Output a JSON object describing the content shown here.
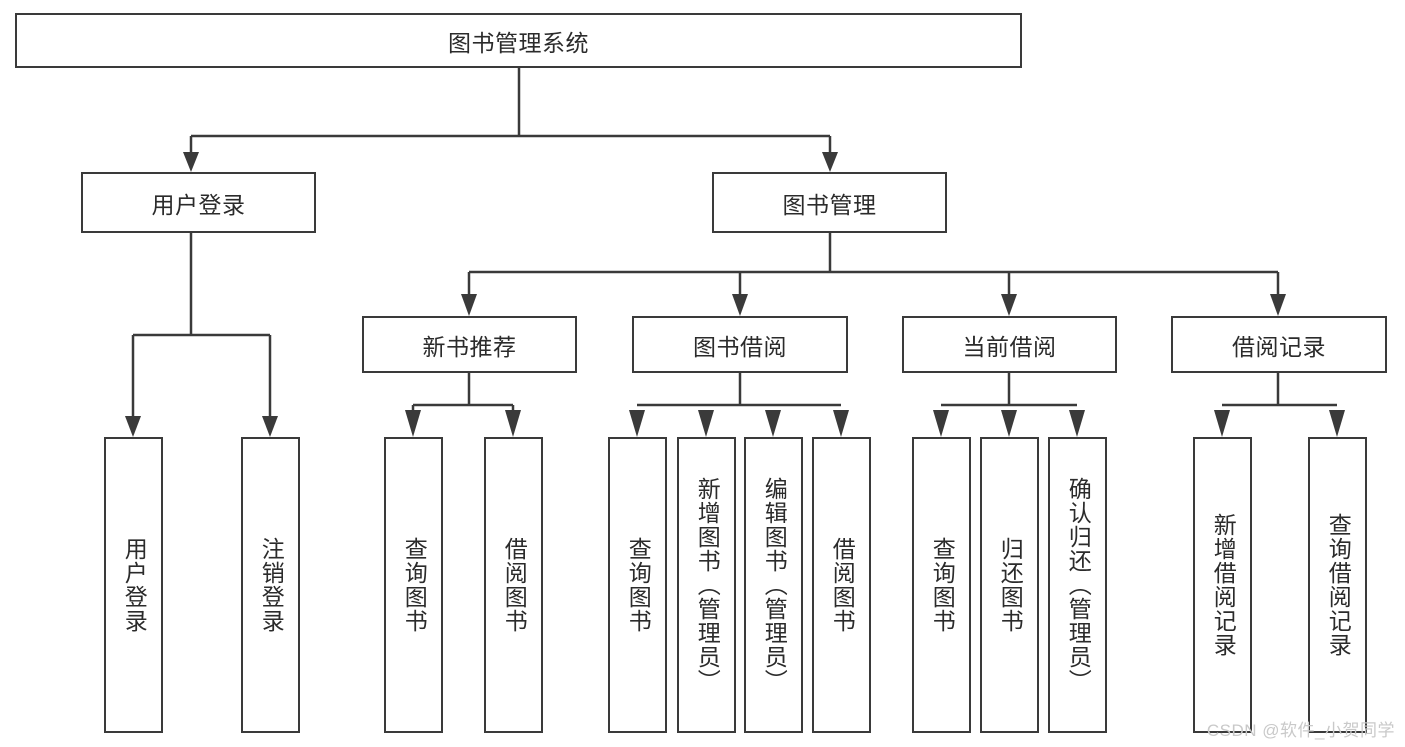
{
  "diagram": {
    "type": "tree",
    "title": "图书管理系统",
    "root": {
      "label": "图书管理系统"
    },
    "level2": [
      {
        "label": "用户登录"
      },
      {
        "label": "图书管理"
      }
    ],
    "level3": [
      {
        "label": "新书推荐"
      },
      {
        "label": "图书借阅"
      },
      {
        "label": "当前借阅"
      },
      {
        "label": "借阅记录"
      }
    ],
    "leaves": {
      "user_login": [
        {
          "label": "用户登录"
        },
        {
          "label": "注销登录"
        }
      ],
      "new_book_recommend": [
        {
          "label": "查询图书"
        },
        {
          "label": "借阅图书"
        }
      ],
      "book_borrow": [
        {
          "label": "查询图书"
        },
        {
          "label": "新增图书（管理员）"
        },
        {
          "label": "编辑图书（管理员）"
        },
        {
          "label": "借阅图书"
        }
      ],
      "current_borrow": [
        {
          "label": "查询图书"
        },
        {
          "label": "归还图书"
        },
        {
          "label": "确认归还（管理员）"
        }
      ],
      "borrow_record": [
        {
          "label": "新增借阅记录"
        },
        {
          "label": "查询借阅记录"
        }
      ]
    },
    "colors": {
      "background": "#ffffff",
      "border": "#3a3a3a",
      "text": "#2b2b2b",
      "watermark": "#c9c9c9"
    }
  },
  "watermark": {
    "text": "CSDN @软件_小贺同学"
  }
}
